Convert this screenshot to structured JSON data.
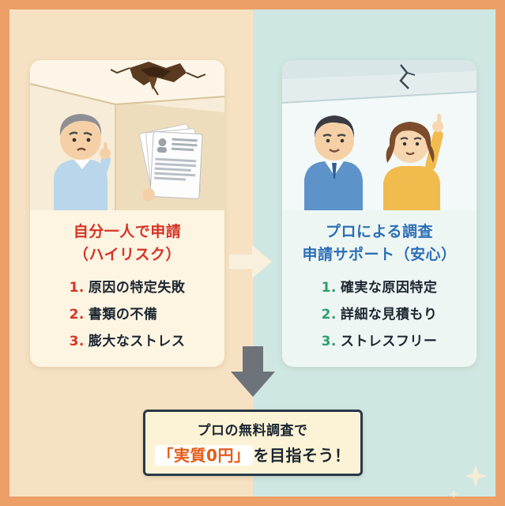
{
  "left_panel": {
    "title_line1": "自分一人で申請",
    "title_line2": "（ハイリスク）",
    "items": [
      {
        "num": "1.",
        "text": "原因の特定失敗"
      },
      {
        "num": "2.",
        "text": "書類の不備"
      },
      {
        "num": "3.",
        "text": "膨大なストレス"
      }
    ]
  },
  "right_panel": {
    "title_line1": "プロによる調査",
    "title_line2": "申請サポート（安心）",
    "items": [
      {
        "num": "1.",
        "text": "確実な原因特定"
      },
      {
        "num": "2.",
        "text": "詳細な見積もり"
      },
      {
        "num": "3.",
        "text": "ストレスフリー"
      }
    ]
  },
  "conclusion": {
    "line1": "プロの無料調査で",
    "highlight": "「実質0円」",
    "suffix": "を目指そう！"
  },
  "colors": {
    "frame_orange": "#ec9f66",
    "left_background": "#f6e2c3",
    "right_background": "#cfe7e2",
    "left_title_red": "#d63426",
    "right_title_blue": "#2c6fb7",
    "right_number_green": "#2e9e6b",
    "highlight_orange": "#e55c17",
    "down_arrow_gray": "#6e737a"
  }
}
